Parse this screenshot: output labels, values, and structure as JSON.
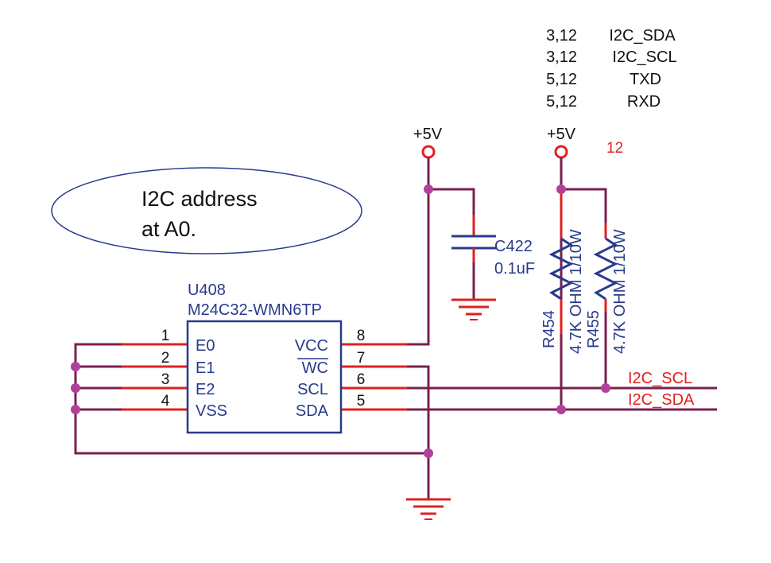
{
  "callout": {
    "line1": "I2C address",
    "line2": "at A0."
  },
  "net_table": [
    {
      "pages": "3,12",
      "net": "I2C_SDA"
    },
    {
      "pages": "3,12",
      "net": "I2C_SCL"
    },
    {
      "pages": "5,12",
      "net": "TXD"
    },
    {
      "pages": "5,12",
      "net": "RXD"
    }
  ],
  "power": {
    "left": "+5V",
    "right": "+5V",
    "right_ref": "12"
  },
  "ic": {
    "ref": "U408",
    "part": "M24C32-WMN6TP",
    "left_pins": [
      {
        "num": "1",
        "name": "E0"
      },
      {
        "num": "2",
        "name": "E1"
      },
      {
        "num": "3",
        "name": "E2"
      },
      {
        "num": "4",
        "name": "VSS"
      }
    ],
    "right_pins": [
      {
        "num": "8",
        "name": "VCC"
      },
      {
        "num": "7",
        "name": "WC"
      },
      {
        "num": "6",
        "name": "SCL"
      },
      {
        "num": "5",
        "name": "SDA"
      }
    ]
  },
  "capacitor": {
    "ref": "C422",
    "value": "0.1uF"
  },
  "resistors": [
    {
      "ref": "R454",
      "value": "4.7K OHM 1/10W"
    },
    {
      "ref": "R455",
      "value": "4.7K OHM 1/10W"
    }
  ],
  "nets": {
    "scl": "I2C_SCL",
    "sda": "I2C_SDA"
  },
  "colors": {
    "wire": "#7a1f4e",
    "pin": "#e02020",
    "label": "#283a8c",
    "junction": "#b0409a"
  }
}
